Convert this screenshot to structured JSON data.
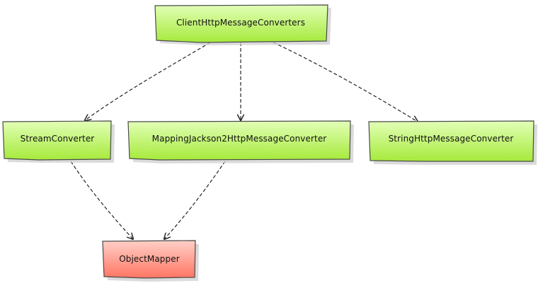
{
  "diagram": {
    "nodes": {
      "client_converters": {
        "label": "ClientHttpMessageConverters",
        "fill": "#b6f05a"
      },
      "stream_converter": {
        "label": "StreamConverter",
        "fill": "#b6f05a"
      },
      "jackson_converter": {
        "label": "MappingJackson2HttpMessageConverter",
        "fill": "#b6f05a"
      },
      "string_converter": {
        "label": "StringHttpMessageConverter",
        "fill": "#b6f05a"
      },
      "object_mapper": {
        "label": "ObjectMapper",
        "fill": "#ff8a7a"
      }
    },
    "edges": [
      {
        "from": "ClientHttpMessageConverters",
        "to": "StreamConverter",
        "style": "dashed"
      },
      {
        "from": "ClientHttpMessageConverters",
        "to": "MappingJackson2HttpMessageConverter",
        "style": "dashed"
      },
      {
        "from": "ClientHttpMessageConverters",
        "to": "StringHttpMessageConverter",
        "style": "dashed"
      },
      {
        "from": "StreamConverter",
        "to": "ObjectMapper",
        "style": "dashed"
      },
      {
        "from": "MappingJackson2HttpMessageConverter",
        "to": "ObjectMapper",
        "style": "dashed"
      }
    ],
    "colors": {
      "green_top": "#e2ffb7",
      "green_bottom": "#a6ea3b",
      "red_top": "#ffd0c8",
      "red_bottom": "#ff7563",
      "edge": "#222222"
    }
  }
}
